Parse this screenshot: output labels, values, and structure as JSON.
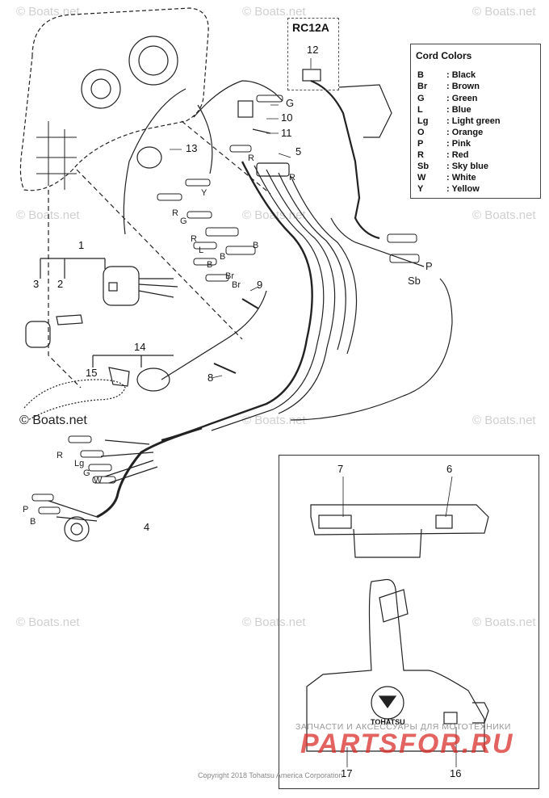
{
  "subassembly": "RC12A",
  "legend": {
    "title": "Cord Colors",
    "rows": [
      {
        "code": "B",
        "name": ": Black"
      },
      {
        "code": "Br",
        "name": ": Brown"
      },
      {
        "code": "G",
        "name": ": Green"
      },
      {
        "code": "L",
        "name": ": Blue"
      },
      {
        "code": "Lg",
        "name": ": Light green"
      },
      {
        "code": "O",
        "name": ": Orange"
      },
      {
        "code": "P",
        "name": ": Pink"
      },
      {
        "code": "R",
        "name": ": Red"
      },
      {
        "code": "Sb",
        "name": ": Sky blue"
      },
      {
        "code": "W",
        "name": ": White"
      },
      {
        "code": "Y",
        "name": ": Yellow"
      }
    ]
  },
  "callouts": {
    "c1": "1",
    "c2": "2",
    "c3": "3",
    "c4": "4",
    "c5": "5",
    "c6": "6",
    "c7": "7",
    "c8": "8",
    "c9": "9",
    "c10": "10",
    "c11": "11",
    "c12": "12",
    "c13": "13",
    "c14": "14",
    "c15": "15",
    "c16": "16",
    "c17": "17"
  },
  "wire_labels": {
    "g1": "G",
    "r1": "R",
    "r2": "R",
    "y1": "Y",
    "r3": "R",
    "g2": "G",
    "r4": "R",
    "l1": "L",
    "b1": "B",
    "b2": "B",
    "br1": "Br",
    "br2": "Br",
    "b3": "B",
    "p1": "P",
    "sb1": "Sb",
    "r5": "R",
    "lg1": "Lg",
    "g3": "G",
    "w1": "W",
    "p2": "P",
    "b4": "B"
  },
  "watermarks": {
    "boats": "© Boats.net",
    "ru_line": "ЗАПЧАСТИ И АКСЕССУАРЫ ДЛЯ МОТОТЕХНИКИ",
    "ru_brand": "PARTSFOR.RU"
  },
  "brand": "TOHATSU",
  "copyright": "Copyright 2018 Tohatsu America Corporation"
}
